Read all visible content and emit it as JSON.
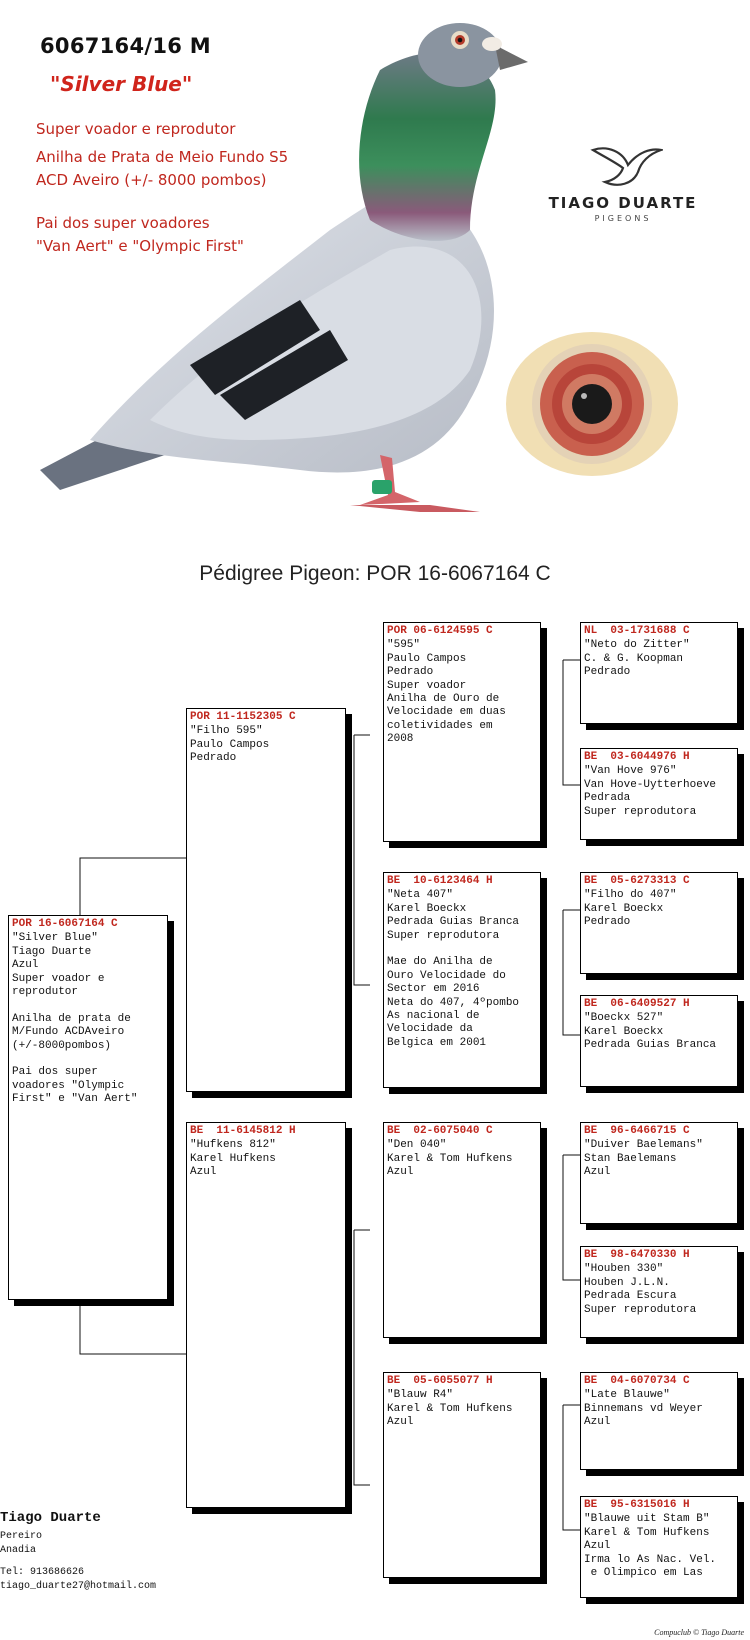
{
  "header": {
    "ring_title": "6067164/16  M",
    "nickname": "\"Silver Blue\"",
    "description_lines": [
      "Super voador e reprodutor",
      "Anilha de Prata de Meio Fundo S5",
      "ACD Aveiro (+/- 8000 pombos)",
      "Pai dos super voadores",
      "\"Van Aert\" e \"Olympic First\""
    ],
    "logo": {
      "brand": "TIAGO DUARTE",
      "sub": "PIGEONS"
    }
  },
  "pedigree_title": "Pédigree Pigeon: POR 16-6067164 C",
  "colors": {
    "ring": "#c0271e",
    "shadow": "#000000",
    "nickname": "#d0241b"
  },
  "pedigree": {
    "subject": {
      "ring": "POR 16-6067164 C",
      "lines": [
        "\"Silver Blue\"",
        "Tiago Duarte",
        "Azul",
        "Super voador e",
        "reprodutor",
        "",
        "Anilha de prata de",
        "M/Fundo ACDAveiro",
        "(+/-8000pombos)",
        "",
        "Pai dos super",
        "voadores \"Olympic",
        "First\" e \"Van Aert\""
      ]
    },
    "sire": {
      "ring": "POR 11-1152305 C",
      "lines": [
        "\"Filho 595\"",
        "Paulo Campos",
        "Pedrado"
      ]
    },
    "dam": {
      "ring": "BE  11-6145812 H",
      "lines": [
        "\"Hufkens 812\"",
        "Karel Hufkens",
        "Azul"
      ]
    },
    "ss": {
      "ring": "POR 06-6124595 C",
      "lines": [
        "\"595\"",
        "Paulo Campos",
        "Pedrado",
        "Super voador",
        "Anilha de Ouro de",
        "Velocidade em duas",
        "coletividades em",
        "2008"
      ]
    },
    "sd": {
      "ring": "BE  10-6123464 H",
      "lines": [
        "\"Neta 407\"",
        "Karel Boeckx",
        "Pedrada Guias Branca",
        "Super reprodutora",
        "",
        "Mae do Anilha de",
        "Ouro Velocidade do",
        "Sector em 2016",
        "Neta do 407, 4ºpombo",
        "As nacional de",
        "Velocidade da",
        "Belgica em 2001"
      ]
    },
    "ds": {
      "ring": "BE  02-6075040 C",
      "lines": [
        "\"Den 040\"",
        "Karel & Tom Hufkens",
        "Azul"
      ]
    },
    "dd": {
      "ring": "BE  05-6055077 H",
      "lines": [
        "\"Blauw R4\"",
        "Karel & Tom Hufkens",
        "Azul"
      ]
    },
    "sss": {
      "ring": "NL  03-1731688 C",
      "lines": [
        "\"Neto do Zitter\"",
        "C. & G. Koopman",
        "Pedrado"
      ]
    },
    "ssd": {
      "ring": "BE  03-6044976 H",
      "lines": [
        "\"Van Hove 976\"",
        "Van Hove-Uytterhoeve",
        "Pedrada",
        "Super reprodutora"
      ]
    },
    "sds": {
      "ring": "BE  05-6273313 C",
      "lines": [
        "\"Filho do 407\"",
        "Karel Boeckx",
        "Pedrado"
      ]
    },
    "sdd": {
      "ring": "BE  06-6409527 H",
      "lines": [
        "\"Boeckx 527\"",
        "Karel Boeckx",
        "Pedrada Guias Branca"
      ]
    },
    "dss": {
      "ring": "BE  96-6466715 C",
      "lines": [
        "\"Duiver Baelemans\"",
        "Stan Baelemans",
        "Azul"
      ]
    },
    "dsd": {
      "ring": "BE  98-6470330 H",
      "lines": [
        "\"Houben 330\"",
        "Houben J.L.N.",
        "Pedrada Escura",
        "Super reprodutora"
      ]
    },
    "dds": {
      "ring": "BE  04-6070734 C",
      "lines": [
        "\"Late Blauwe\"",
        "Binnemans vd Weyer",
        "Azul"
      ]
    },
    "ddd": {
      "ring": "BE  95-6315016 H",
      "lines": [
        "\"Blauwe uit Stam B\"",
        "Karel & Tom Hufkens",
        "Azul",
        "Irma lo As Nac. Vel.",
        " e Olimpico em Las"
      ]
    }
  },
  "owner": {
    "name": "Tiago Duarte",
    "line1": "Pereiro",
    "line2": "Anadia",
    "tel": "Tel: 913686626",
    "email": "tiago_duarte27@hotmail.com"
  },
  "credit": "Compuclub © Tiago Duarte"
}
